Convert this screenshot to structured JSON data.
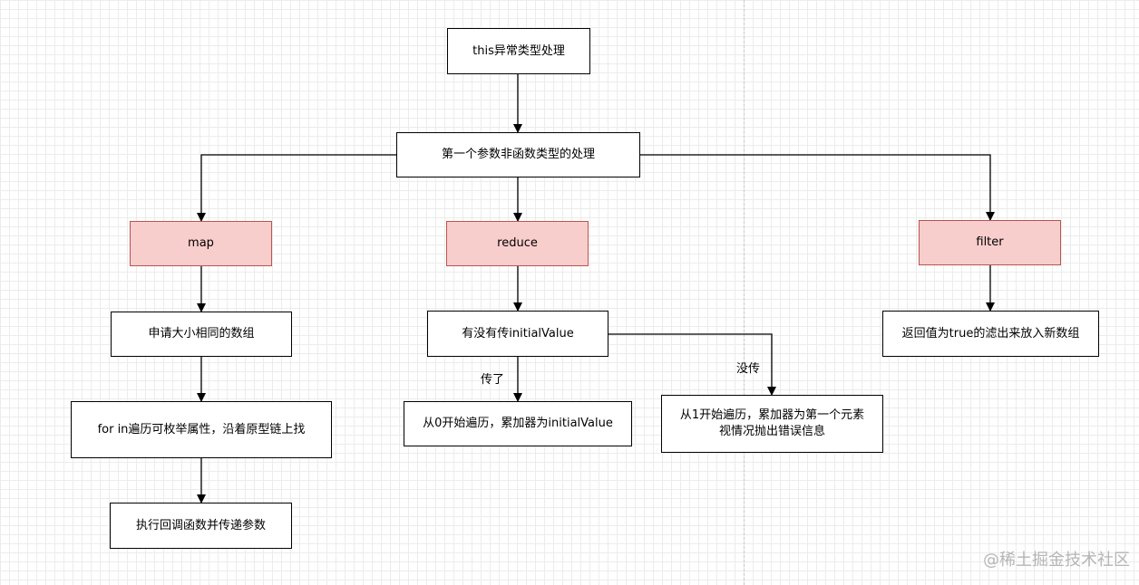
{
  "nodes": {
    "this_type": "this异常类型处理",
    "first_param": "第一个参数非函数类型的处理",
    "map": "map",
    "reduce": "reduce",
    "filter": "filter",
    "map_alloc": "申请大小相同的数组",
    "map_for_in": "for in遍历可枚举属性，沿着原型链上找",
    "map_exec": "执行回调函数并传递参数",
    "reduce_check": "有没有传initialValue",
    "reduce_with_init": "从0开始遍历，累加器为initialValue",
    "reduce_without_init": "从1开始遍历，累加器为第一个元素\n视情况抛出错误信息",
    "filter_return": "返回值为true的滤出来放入新数组"
  },
  "edge_labels": {
    "passed": "传了",
    "not_passed": "没传"
  },
  "watermark": "@稀土掘金技术社区",
  "colors": {
    "highlight_fill": "#f8cecc",
    "highlight_stroke": "#b85450"
  }
}
